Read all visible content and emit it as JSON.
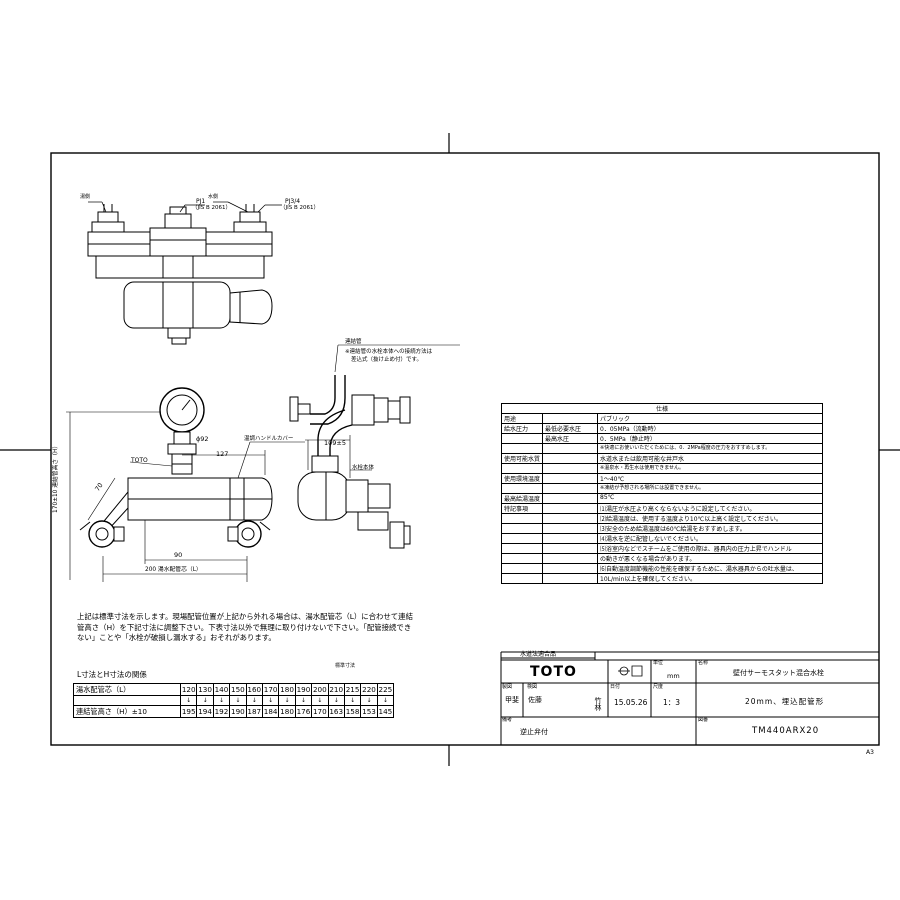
{
  "drawing": {
    "labels": {
      "hot_side": "湯側",
      "cold_side": "水側",
      "pj1": "PJ1",
      "pj1_std": "（JIS B 2061）",
      "pj34": "PJ3/4",
      "pj34_std": "（JIS B 2061）",
      "connecting_pipe": "連結管",
      "connecting_note_1": "※連結管の水栓本体への接続方法は",
      "connecting_note_2": "差込式（抜け止め付）です。",
      "dim_92": "ϕ92",
      "dim_127": "127",
      "dim_109": "109±5",
      "dim_70": "70",
      "dim_90": "90",
      "dim_200": "200 湯水配管芯（L）",
      "dim_h": "170±10 連結管高さ（H）",
      "toto_label": "TOTO",
      "handle_cover": "温調ハンドルカバー",
      "faucet_body": "水栓本体",
      "sheet_size": "A3"
    }
  },
  "spec_table": {
    "title": "仕様",
    "rows": [
      {
        "label": "用途",
        "sub": "",
        "value": "パブリック"
      },
      {
        "label": "給水圧力",
        "sub": "最低必要水圧",
        "value": "0．05MPa（流動時）"
      },
      {
        "label": "",
        "sub": "最高水圧",
        "value": "0．5MPa（静止時）"
      },
      {
        "label": "",
        "sub": "",
        "value": "※快適にお使いいただくためには、0．2MPa程度の圧力をおすすめします。"
      },
      {
        "label": "使用可能水質",
        "sub": "",
        "value": "水道水または飲用可能な井戸水"
      },
      {
        "label": "",
        "sub": "",
        "value": "※温泉水・再生水は使用できません。"
      },
      {
        "label": "使用環境温度",
        "sub": "",
        "value": "1～40℃"
      },
      {
        "label": "",
        "sub": "",
        "value": "※凍結が予想される場所には設置できません。"
      },
      {
        "label": "最高給湯温度",
        "sub": "",
        "value": "85℃"
      },
      {
        "label": "特記事項",
        "sub": "",
        "value": "⑴湯圧が水圧より高くならないように設定してください。"
      },
      {
        "label": "",
        "sub": "",
        "value": "⑵給湯温度は、使用する温度より10℃以上高く設定してください。"
      },
      {
        "label": "",
        "sub": "",
        "value": "⑶安全のため給湯温度は60℃給湯をおすすめします。"
      },
      {
        "label": "",
        "sub": "",
        "value": "⑷湯水を逆に配管しないでください。"
      },
      {
        "label": "",
        "sub": "",
        "value": "⑸浴室内などでスチームをご使用の際は、器具内の圧力上昇でハンドル"
      },
      {
        "label": "",
        "sub": "",
        "value": "の動きが悪くなる場合があります。"
      },
      {
        "label": "",
        "sub": "",
        "value": "⑹自動温度調節機能の性能を確保するために、湯水器具からの吐水量は、"
      },
      {
        "label": "",
        "sub": "",
        "value": "10L/min以上を確保してください。"
      }
    ]
  },
  "notes": {
    "text": "上記は標準寸法を示します。現場配管位置が上記から外れる場合は、湯水配管芯（L）に合わせて連結管高さ（H）を下記寸法に調整下さい。下表寸法以外で無理に取り付けないで下さい。「配管接続できない」ことや「水栓が破損し漏水する」おそれがあります。"
  },
  "lh_table": {
    "title": "L寸法とH寸法の関係",
    "standard_label": "標準寸法",
    "l_label": "湯水配管芯（L）",
    "h_label": "連結管高さ（H）±10",
    "arrow": "↓",
    "l_values": [
      "120",
      "130",
      "140",
      "150",
      "160",
      "170",
      "180",
      "190",
      "200",
      "210",
      "215",
      "220",
      "225"
    ],
    "h_values": [
      "195",
      "194",
      "192",
      "190",
      "187",
      "184",
      "180",
      "176",
      "170",
      "163",
      "158",
      "153",
      "145"
    ]
  },
  "title_block": {
    "water_cert": "水道法適合品",
    "brand": "TOTO",
    "unit_label": "単位",
    "unit": "mm",
    "name_label": "名称",
    "name_1": "壁付サーモスタット混合水栓",
    "name_2": "20mm、埋込配管形",
    "drawn_label": "製図",
    "checked_label": "検図",
    "drawn_name": "甲斐",
    "checked_name": "佐藤",
    "approved_name": "竹林",
    "date_label": "日付",
    "date": "15.05.26",
    "scale_label": "尺度",
    "scale": "1：3",
    "remarks_label": "備考",
    "remarks": "逆止弁付",
    "drawing_no_label": "図番",
    "drawing_no": "TM440ARX20"
  }
}
